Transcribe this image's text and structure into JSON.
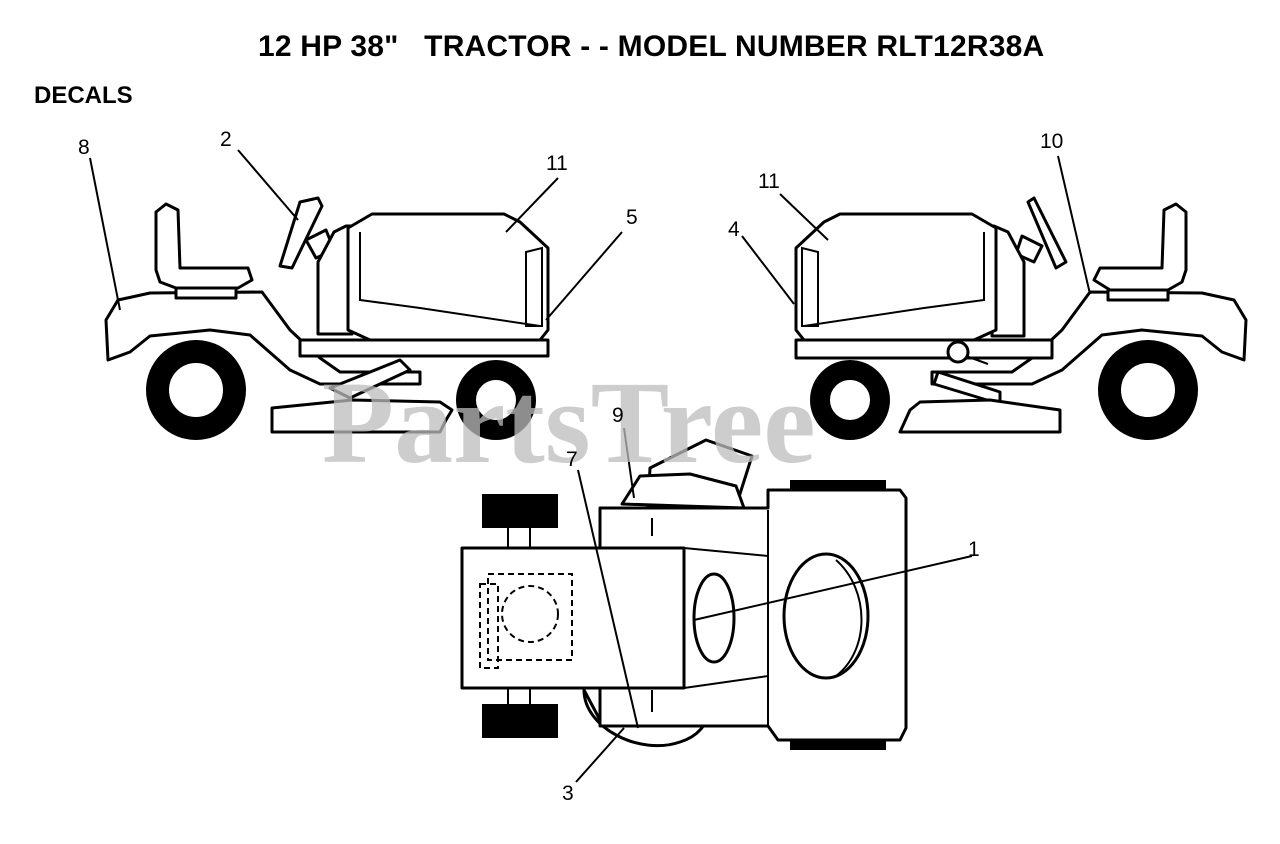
{
  "title": "12 HP 38\"   TRACTOR - - MODEL NUMBER RLT12R38A",
  "section_label": "DECALS",
  "watermark": "PartsTree",
  "callouts": {
    "c1": "1",
    "c2": "2",
    "c3": "3",
    "c4": "4",
    "c5": "5",
    "c7": "7",
    "c8": "8",
    "c9": "9",
    "c10": "10",
    "c11_left": "11",
    "c11_right": "11"
  },
  "colors": {
    "line": "#000000",
    "background": "#ffffff",
    "watermark": "#bdbdbd"
  }
}
